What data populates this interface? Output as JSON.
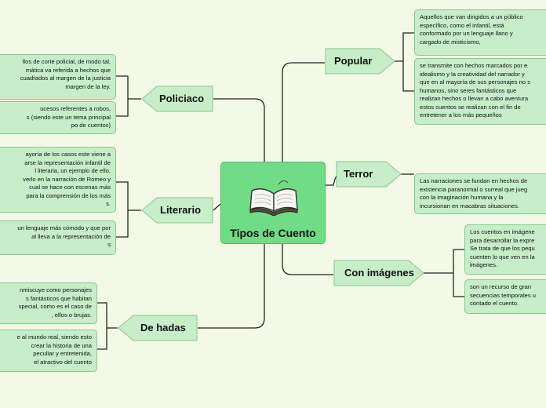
{
  "center": {
    "title": "Tipos de Cuento",
    "icon": "open-book-icon"
  },
  "colors": {
    "background": "#f3f9e6",
    "node": "#c7eec9",
    "center": "#71dc86",
    "line": "#222222"
  },
  "branches": {
    "popular": {
      "label": "Popular",
      "notes": [
        [
          "Aquellos que van dirigidos a un público",
          "específico, como el infantil, está",
          "conformado por un lenguaje llano y",
          "cargado de misticismo,"
        ],
        [
          "se transmite con hechos marcados por e",
          "idealismo y la creatividad del narrador y",
          "que en al mayoría de sus personajes no s",
          "humanos, sino seres fantásticos que",
          "realizan hechos o llevan a cabo aventura",
          "estos cuentos se realizan con el fin de",
          "entretener a  los más pequeños"
        ]
      ]
    },
    "terror": {
      "label": "Terror",
      "notes": [
        [
          "Las narraciones se fundan en hechos de",
          "existencia paranormal o surreal que jueg",
          "con la imaginación humana y la",
          "incursionan en macabras situaciones."
        ]
      ]
    },
    "imagenes": {
      "label": "Con imágenes",
      "notes": [
        [
          "Los cuentos en imágene",
          "para desarrollar la expre",
          "Se trata de que los pequ",
          "cuenten lo que ven en la",
          "imágenes."
        ],
        [
          "son un recurso de gran",
          "secuencias temporales u",
          "contado el cuento."
        ]
      ]
    },
    "policiaco": {
      "label": "Policiaco",
      "notes": [
        [
          "llos de corte policial, de modo tal,",
          "mática va referida a hechos que",
          "cuadrados al margen de la justicia",
          "margen de la ley."
        ],
        [
          "ucesos referentes a robos,",
          "s (siendo este un tema principal",
          "po de cuentos)"
        ]
      ]
    },
    "literario": {
      "label": "Literario",
      "notes": [
        [
          "ayoría de los casos este viene a",
          "arse la representación infantil de",
          "l literaria, un ejemplo de ello,",
          " verlo en la narración de Romeo y",
          " cual se hace con escenas más",
          " para la comprensión de los más",
          "s."
        ],
        [
          "un lenguaje más cómodo y que por",
          "al lleva a la representación de",
          "s"
        ]
      ]
    },
    "hadas": {
      "label": "De hadas",
      "notes": [
        [
          "nmiscuye como personajes",
          "s fantásticos que habitan",
          "special, como es el caso de",
          ", elfos o brujas."
        ],
        [
          "e al mundo real, siendo esto",
          " crear la historia de una",
          "peculiar y entretenida,",
          "el atractivo del cuento"
        ]
      ]
    }
  }
}
